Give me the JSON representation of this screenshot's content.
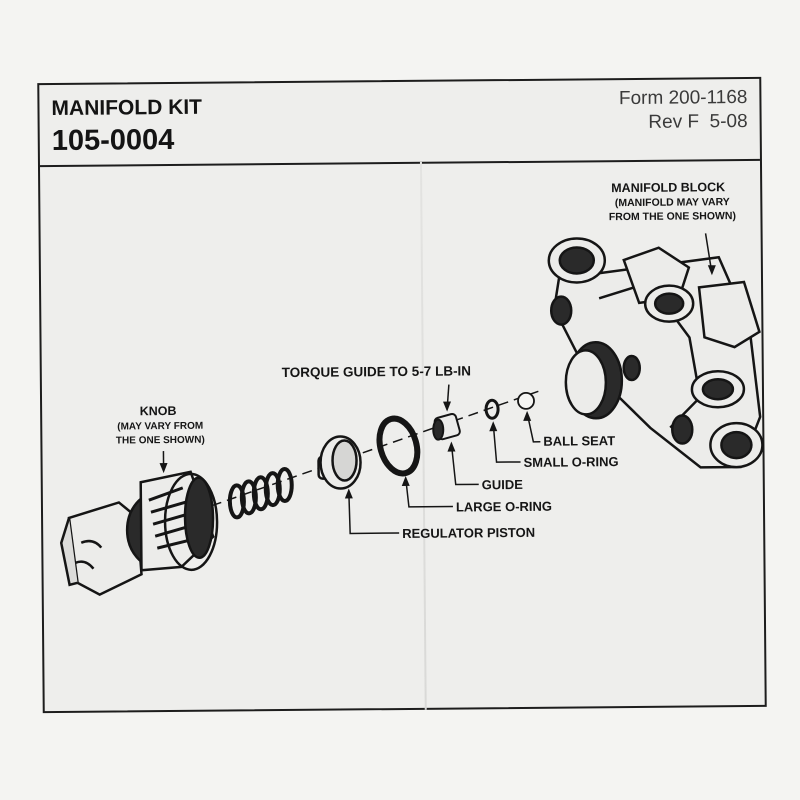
{
  "header": {
    "kit_title": "MANIFOLD KIT",
    "kit_number": "105-0004",
    "form": "Form 200-1168",
    "revision": "Rev F  5-08"
  },
  "labels": {
    "manifold_block": "MANIFOLD BLOCK",
    "manifold_note_1": "(MANIFOLD MAY VARY",
    "manifold_note_2": "FROM THE ONE SHOWN)",
    "torque_guide": "TORQUE GUIDE TO 5-7 LB-IN",
    "knob": "KNOB",
    "knob_note_1": "(MAY VARY FROM",
    "knob_note_2": "THE ONE SHOWN)",
    "ball_seat": "BALL SEAT",
    "small_o_ring": "SMALL O-RING",
    "guide": "GUIDE",
    "large_o_ring": "LARGE O-RING",
    "regulator_piston": "REGULATOR PISTON"
  },
  "colors": {
    "ink": "#151515",
    "paper": "#eeeeec",
    "background": "#f4f4f2"
  }
}
